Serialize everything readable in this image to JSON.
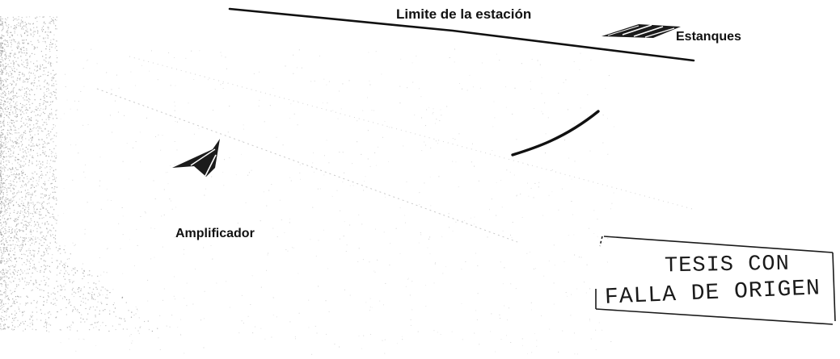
{
  "labels": {
    "boundary": "Limite de la estación",
    "tanks": "Estanques",
    "amplifier": "Amplificador"
  },
  "stamp": {
    "line1": "TESIS CON",
    "line2": "FALLA DE ORIGEN"
  },
  "colors": {
    "ink": "#111111",
    "speckle": "#9a9a9a"
  }
}
